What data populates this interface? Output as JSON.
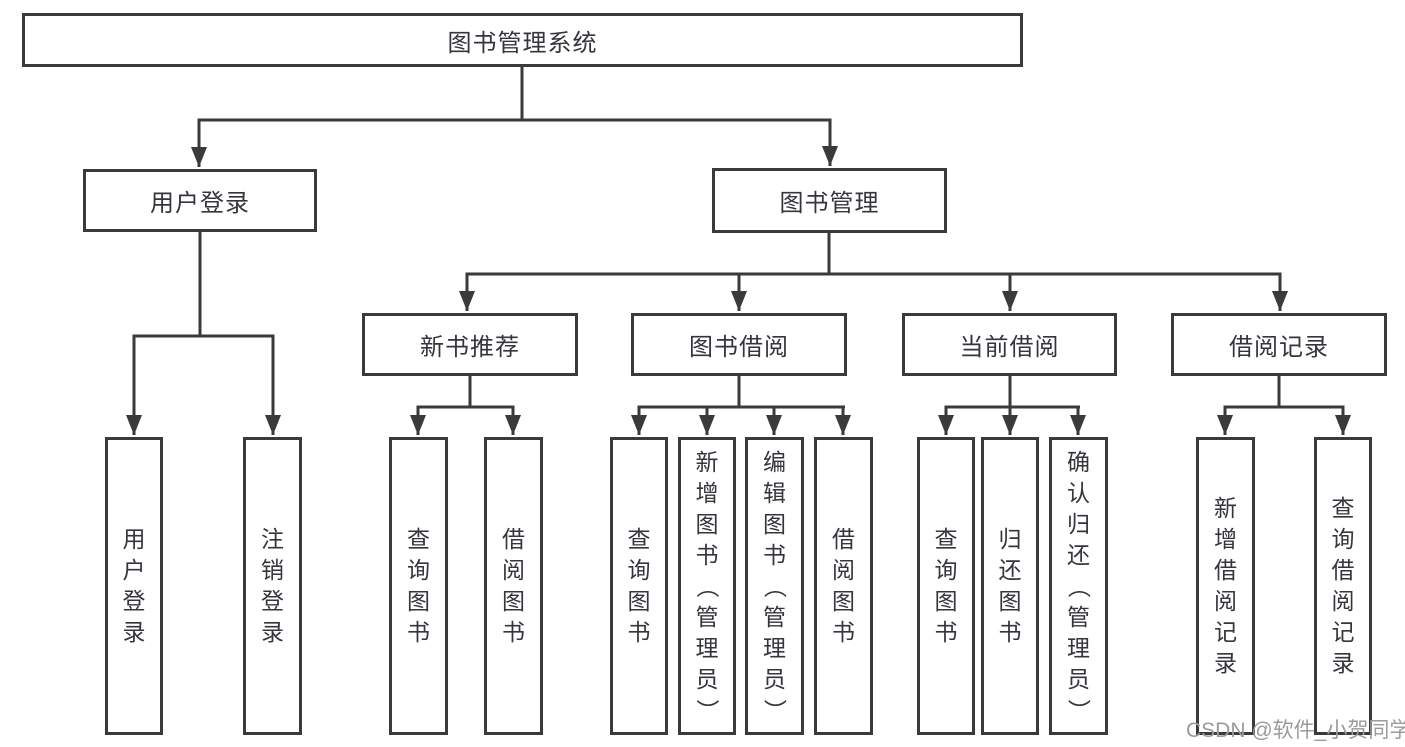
{
  "diagram": {
    "nodes": {
      "root": {
        "label": "图书管理系统"
      },
      "user_login": {
        "label": "用户登录"
      },
      "book_mgmt": {
        "label": "图书管理"
      },
      "new_book_rec": {
        "label": "新书推荐"
      },
      "book_borrow": {
        "label": "图书借阅"
      },
      "current_borrow": {
        "label": "当前借阅"
      },
      "borrow_record": {
        "label": "借阅记录"
      },
      "leaf_user_login": {
        "label": "用户登录"
      },
      "leaf_logout": {
        "label": "注销登录"
      },
      "leaf_rec_query": {
        "label": "查询图书"
      },
      "leaf_rec_borrow": {
        "label": "借阅图书"
      },
      "leaf_bb_query": {
        "label": "查询图书"
      },
      "leaf_bb_add": {
        "label": "新增图书（管理员）"
      },
      "leaf_bb_edit": {
        "label": "编辑图书（管理员）"
      },
      "leaf_bb_borrow": {
        "label": "借阅图书"
      },
      "leaf_cb_query": {
        "label": "查询图书"
      },
      "leaf_cb_return": {
        "label": "归还图书"
      },
      "leaf_cb_confirm": {
        "label": "确认归还（管理员）"
      },
      "leaf_br_add": {
        "label": "新增借阅记录"
      },
      "leaf_br_query": {
        "label": "查询借阅记录"
      }
    },
    "hierarchy": {
      "root": [
        "user_login",
        "book_mgmt"
      ],
      "user_login": [
        "leaf_user_login",
        "leaf_logout"
      ],
      "book_mgmt": [
        "new_book_rec",
        "book_borrow",
        "current_borrow",
        "borrow_record"
      ],
      "new_book_rec": [
        "leaf_rec_query",
        "leaf_rec_borrow"
      ],
      "book_borrow": [
        "leaf_bb_query",
        "leaf_bb_add",
        "leaf_bb_edit",
        "leaf_bb_borrow"
      ],
      "current_borrow": [
        "leaf_cb_query",
        "leaf_cb_return",
        "leaf_cb_confirm"
      ],
      "borrow_record": [
        "leaf_br_add",
        "leaf_br_query"
      ]
    },
    "colors": {
      "line": "#3a3a3a",
      "text": "#35353c",
      "box_background": "#ffffff",
      "watermark": "#9b9b9b"
    }
  },
  "watermark": {
    "text": "CSDN @软件_小贺同学"
  }
}
